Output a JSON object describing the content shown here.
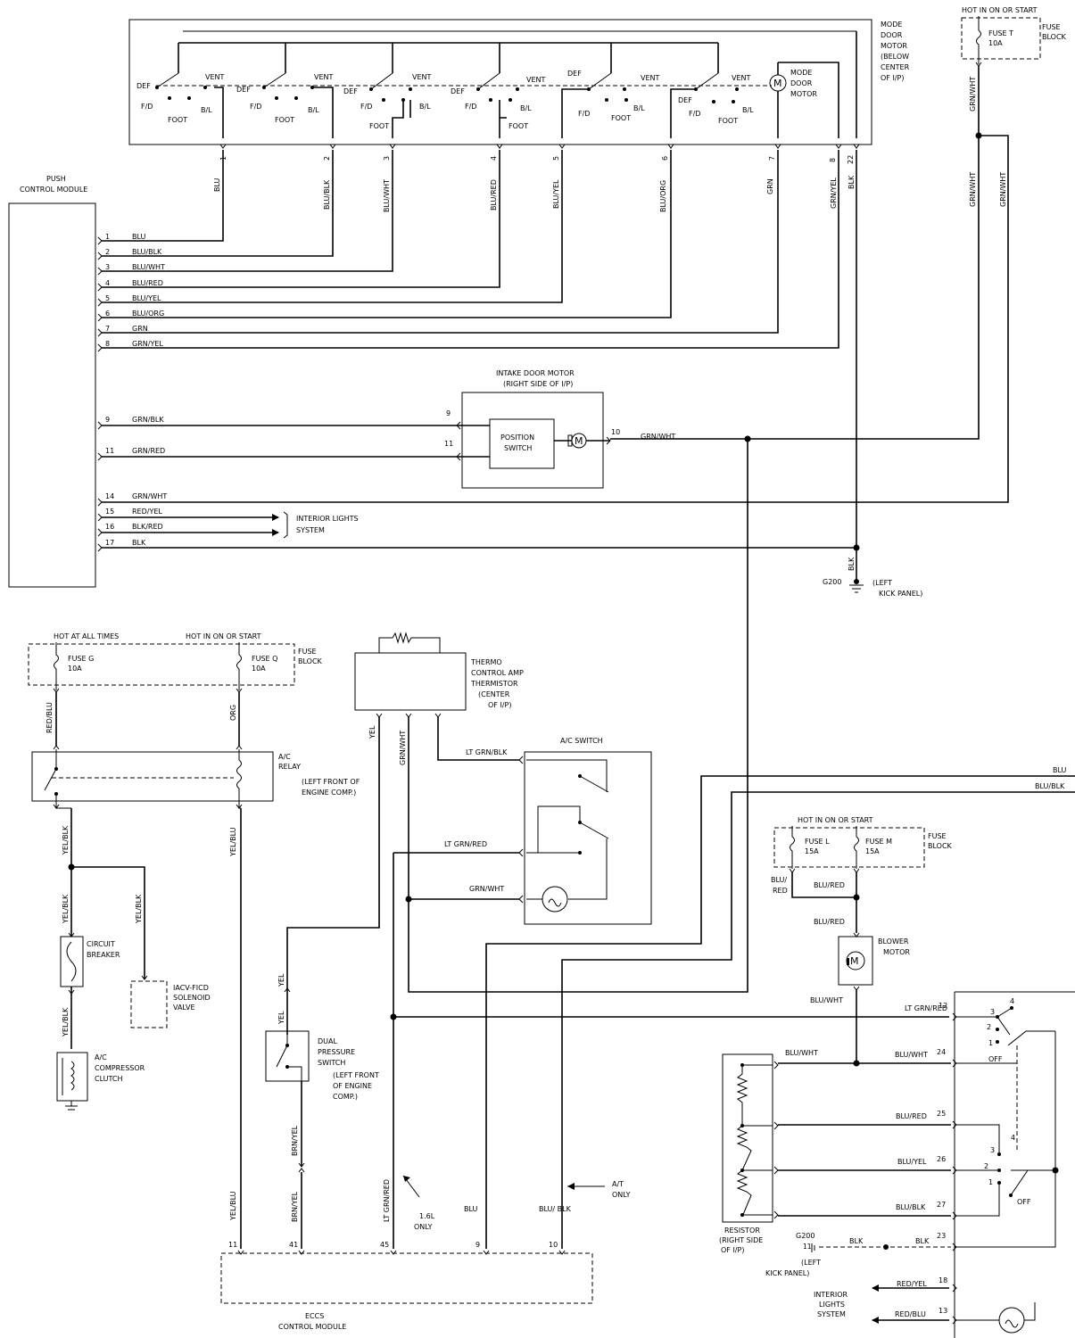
{
  "mode_door": {
    "title_lines": [
      "MODE",
      "DOOR",
      "MOTOR",
      "(BELOW",
      "CENTER",
      "OF I/P)"
    ],
    "motor_lines": [
      "MODE",
      "DOOR",
      "MOTOR"
    ],
    "switch": {
      "def": "DEF",
      "vent": "VENT",
      "fd": "F/D",
      "bl": "B/L",
      "foot": "FOOT"
    },
    "motor_symbol": "M",
    "pins": [
      "1",
      "2",
      "3",
      "4",
      "5",
      "6",
      "7",
      "8",
      "22"
    ],
    "wires": [
      "BLU",
      "BLU/BLK",
      "BLU/WHT",
      "BLU/RED",
      "BLU/YEL",
      "BLU/ORG",
      "GRN",
      "GRN/YEL",
      "BLK"
    ]
  },
  "push_module": {
    "title_lines": [
      "PUSH",
      "CONTROL MODULE"
    ],
    "pins": [
      {
        "pin": "1",
        "wire": "BLU"
      },
      {
        "pin": "2",
        "wire": "BLU/BLK"
      },
      {
        "pin": "3",
        "wire": "BLU/WHT"
      },
      {
        "pin": "4",
        "wire": "BLU/RED"
      },
      {
        "pin": "5",
        "wire": "BLU/YEL"
      },
      {
        "pin": "6",
        "wire": "BLU/ORG"
      },
      {
        "pin": "7",
        "wire": "GRN"
      },
      {
        "pin": "8",
        "wire": "GRN/YEL"
      },
      {
        "pin": "9",
        "wire": "GRN/BLK"
      },
      {
        "pin": "11",
        "wire": "GRN/RED"
      },
      {
        "pin": "14",
        "wire": "GRN/WHT"
      },
      {
        "pin": "15",
        "wire": "RED/YEL"
      },
      {
        "pin": "16",
        "wire": "BLK/RED"
      },
      {
        "pin": "17",
        "wire": "BLK"
      }
    ],
    "interior_lights_lines": [
      "INTERIOR LIGHTS",
      "SYSTEM"
    ]
  },
  "fuse_t": {
    "hot_label": "HOT IN ON OR START",
    "fuse_lines": [
      "FUSE T",
      "10A"
    ],
    "block_lines": [
      "FUSE",
      "BLOCK"
    ],
    "wire_a": "GRN/WHT",
    "wire_b": "GRN/WHT",
    "wire_c": "GRN/WHT"
  },
  "intake_motor": {
    "title_lines": [
      "INTAKE DOOR MOTOR",
      "(RIGHT SIDE OF I/P)"
    ],
    "switch_lines": [
      "POSITION",
      "SWITCH"
    ],
    "motor_symbol": "M",
    "pin_9": "9",
    "pin_11": "11",
    "pin_10": "10",
    "out_wire": "GRN/WHT"
  },
  "ground_top": {
    "wire": "BLK",
    "name": "G200",
    "loc_lines": [
      "(LEFT",
      "KICK PANEL)"
    ]
  },
  "fuse_gq": {
    "hot_all": "HOT AT ALL TIMES",
    "hot_on": "HOT IN ON OR START",
    "fuse_g_lines": [
      "FUSE G",
      "10A"
    ],
    "fuse_q_lines": [
      "FUSE Q",
      "10A"
    ],
    "block_lines": [
      "FUSE",
      "BLOCK"
    ],
    "wire_g": "RED/BLU",
    "wire_q": "ORG"
  },
  "ac_relay": {
    "title_lines": [
      "A/C",
      "RELAY"
    ],
    "loc_lines": [
      "(LEFT FRONT OF",
      "ENGINE COMP.)"
    ],
    "out_left": "YEL/BLK",
    "out_right": "YEL/BLU"
  },
  "compressor_branch": {
    "wire_a": "YEL/BLK",
    "wire_b": "YEL/BLK",
    "wire_c": "YEL/BLK",
    "breaker_lines": [
      "CIRCUIT",
      "BREAKER"
    ],
    "iacv_lines": [
      "IACV-FICD",
      "SOLENOID",
      "VALVE"
    ],
    "clutch_lines": [
      "A/C",
      "COMPRESSOR",
      "CLUTCH"
    ]
  },
  "thermo": {
    "title_lines": [
      "THERMO",
      "CONTROL AMP",
      "THERMISTOR",
      "(CENTER",
      "OF I/P)"
    ],
    "wire_yel": "YEL",
    "wire_grnwht": "GRN/WHT"
  },
  "ac_switch": {
    "title": "A/C SWITCH",
    "wire_1": "LT GRN/BLK",
    "wire_2": "LT GRN/RED",
    "wire_3": "GRN/WHT"
  },
  "right_bus": {
    "wire_1": "BLU",
    "wire_2": "BLU/BLK"
  },
  "dual_pressure": {
    "title_lines": [
      "DUAL",
      "PRESSURE",
      "SWITCH"
    ],
    "loc_lines": [
      "(LEFT FRONT",
      "OF ENGINE",
      "COMP.)"
    ],
    "wire_yel_a": "YEL",
    "wire_yel_b": "YEL",
    "wire_out": "BRN/YEL",
    "wire_out2": "BRN/YEL"
  },
  "eccs": {
    "title_lines": [
      "ECCS",
      "CONTROL MODULE"
    ],
    "pins": [
      {
        "pin": "11",
        "wire": "YEL/BLU"
      },
      {
        "pin": "41",
        "wire": "BRN/YEL"
      },
      {
        "pin": "45",
        "wire": "LT GRN/RED"
      },
      {
        "pin": "9",
        "wire": "BLU"
      },
      {
        "pin": "10",
        "wire": "BLU/ BLK"
      }
    ],
    "note_16l_lines": [
      "1.6L",
      "ONLY"
    ],
    "note_at_lines": [
      "A/T",
      "ONLY"
    ]
  },
  "fuse_lm": {
    "hot_label": "HOT IN ON OR START",
    "fuse_l_lines": [
      "FUSE L",
      "15A"
    ],
    "fuse_m_lines": [
      "FUSE M",
      "15A"
    ],
    "block_lines": [
      "FUSE",
      "BLOCK"
    ],
    "wire_l_lines": [
      "BLU/",
      "RED"
    ],
    "wire_m": "BLU/RED",
    "wire_m2": "BLU/RED"
  },
  "blower": {
    "title_lines": [
      "BLOWER",
      "MOTOR"
    ],
    "motor_symbol": "M",
    "out_wire": "BLU/WHT"
  },
  "fan_switch": {
    "pins": [
      {
        "pin": "12",
        "wire": "LT GRN/RED"
      },
      {
        "pin": "24",
        "wire": "BLU/WHT"
      },
      {
        "pin": "25",
        "wire": "BLU/RED"
      },
      {
        "pin": "26",
        "wire": "BLU/YEL"
      },
      {
        "pin": "27",
        "wire": "BLU/BLK"
      },
      {
        "pin": "23",
        "wire": "BLK"
      },
      {
        "pin": "18",
        "wire": "RED/YEL"
      },
      {
        "pin": "13",
        "wire": "RED/BLU"
      }
    ],
    "pos_upper": [
      "4",
      "3",
      "2",
      "1",
      "OFF"
    ],
    "pos_lower": [
      "3",
      "4",
      "2",
      "1",
      "OFF"
    ]
  },
  "resistor": {
    "title_lines": [
      "RESISTOR",
      "(RIGHT SIDE",
      "OF I/P)"
    ],
    "wire": "BLU/WHT"
  },
  "ground_bottom": {
    "name": "G200",
    "pin": "11",
    "loc_lines": [
      "(LEFT",
      "KICK PANEL)"
    ],
    "wire": "BLK"
  },
  "interior_lights_b": {
    "lines": [
      "INTERIOR",
      "LIGHTS",
      "SYSTEM"
    ]
  }
}
